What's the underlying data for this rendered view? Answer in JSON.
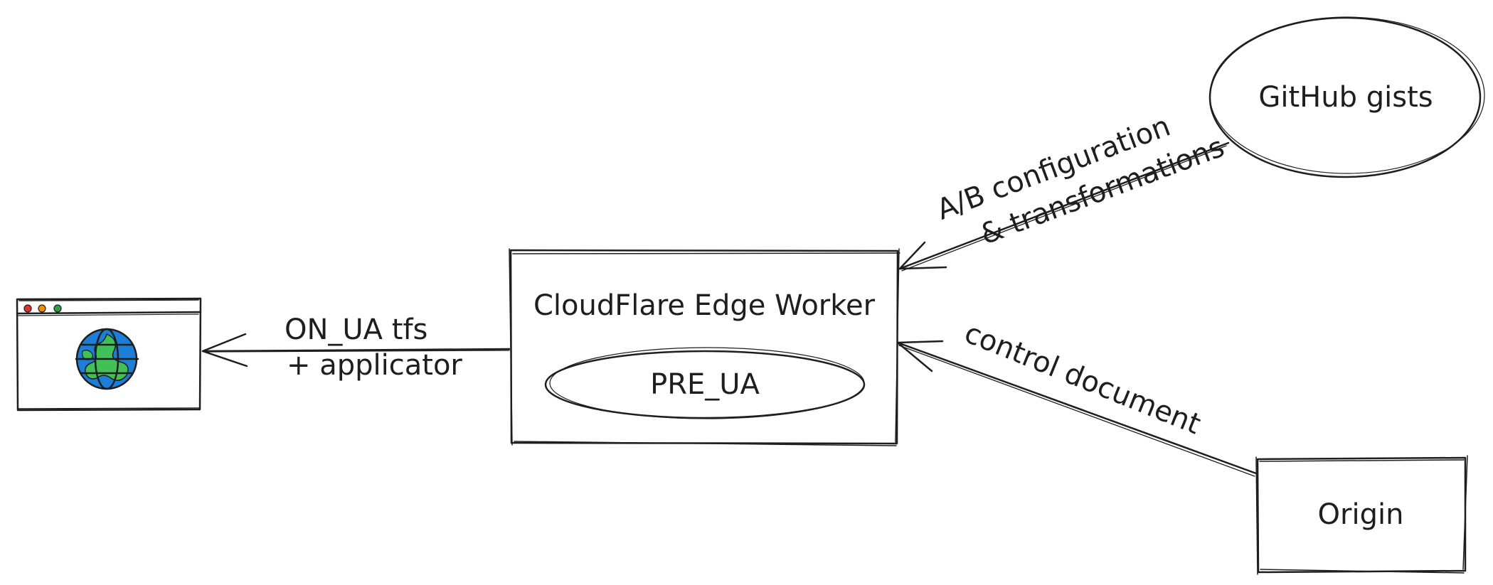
{
  "nodes": {
    "browser": {
      "icon": "browser-window-globe-icon",
      "dots": [
        "#e03131",
        "#f08c00",
        "#2f9e44"
      ],
      "globe_colors": {
        "sea": "#1c7ed6",
        "land": "#40c057"
      }
    },
    "worker": {
      "title": "CloudFlare Edge Worker",
      "inner": "PRE_UA"
    },
    "gists": {
      "label": "GitHub gists"
    },
    "origin": {
      "label": "Origin"
    }
  },
  "edges": {
    "worker_to_browser": {
      "line1": "ON_UA tfs",
      "line2": "+ applicator"
    },
    "gists_to_worker": {
      "line1": "A/B configuration",
      "line2": "& transformations"
    },
    "origin_to_worker": {
      "label": "control document"
    }
  },
  "colors": {
    "stroke": "#1e1e1e",
    "background": "#ffffff"
  }
}
